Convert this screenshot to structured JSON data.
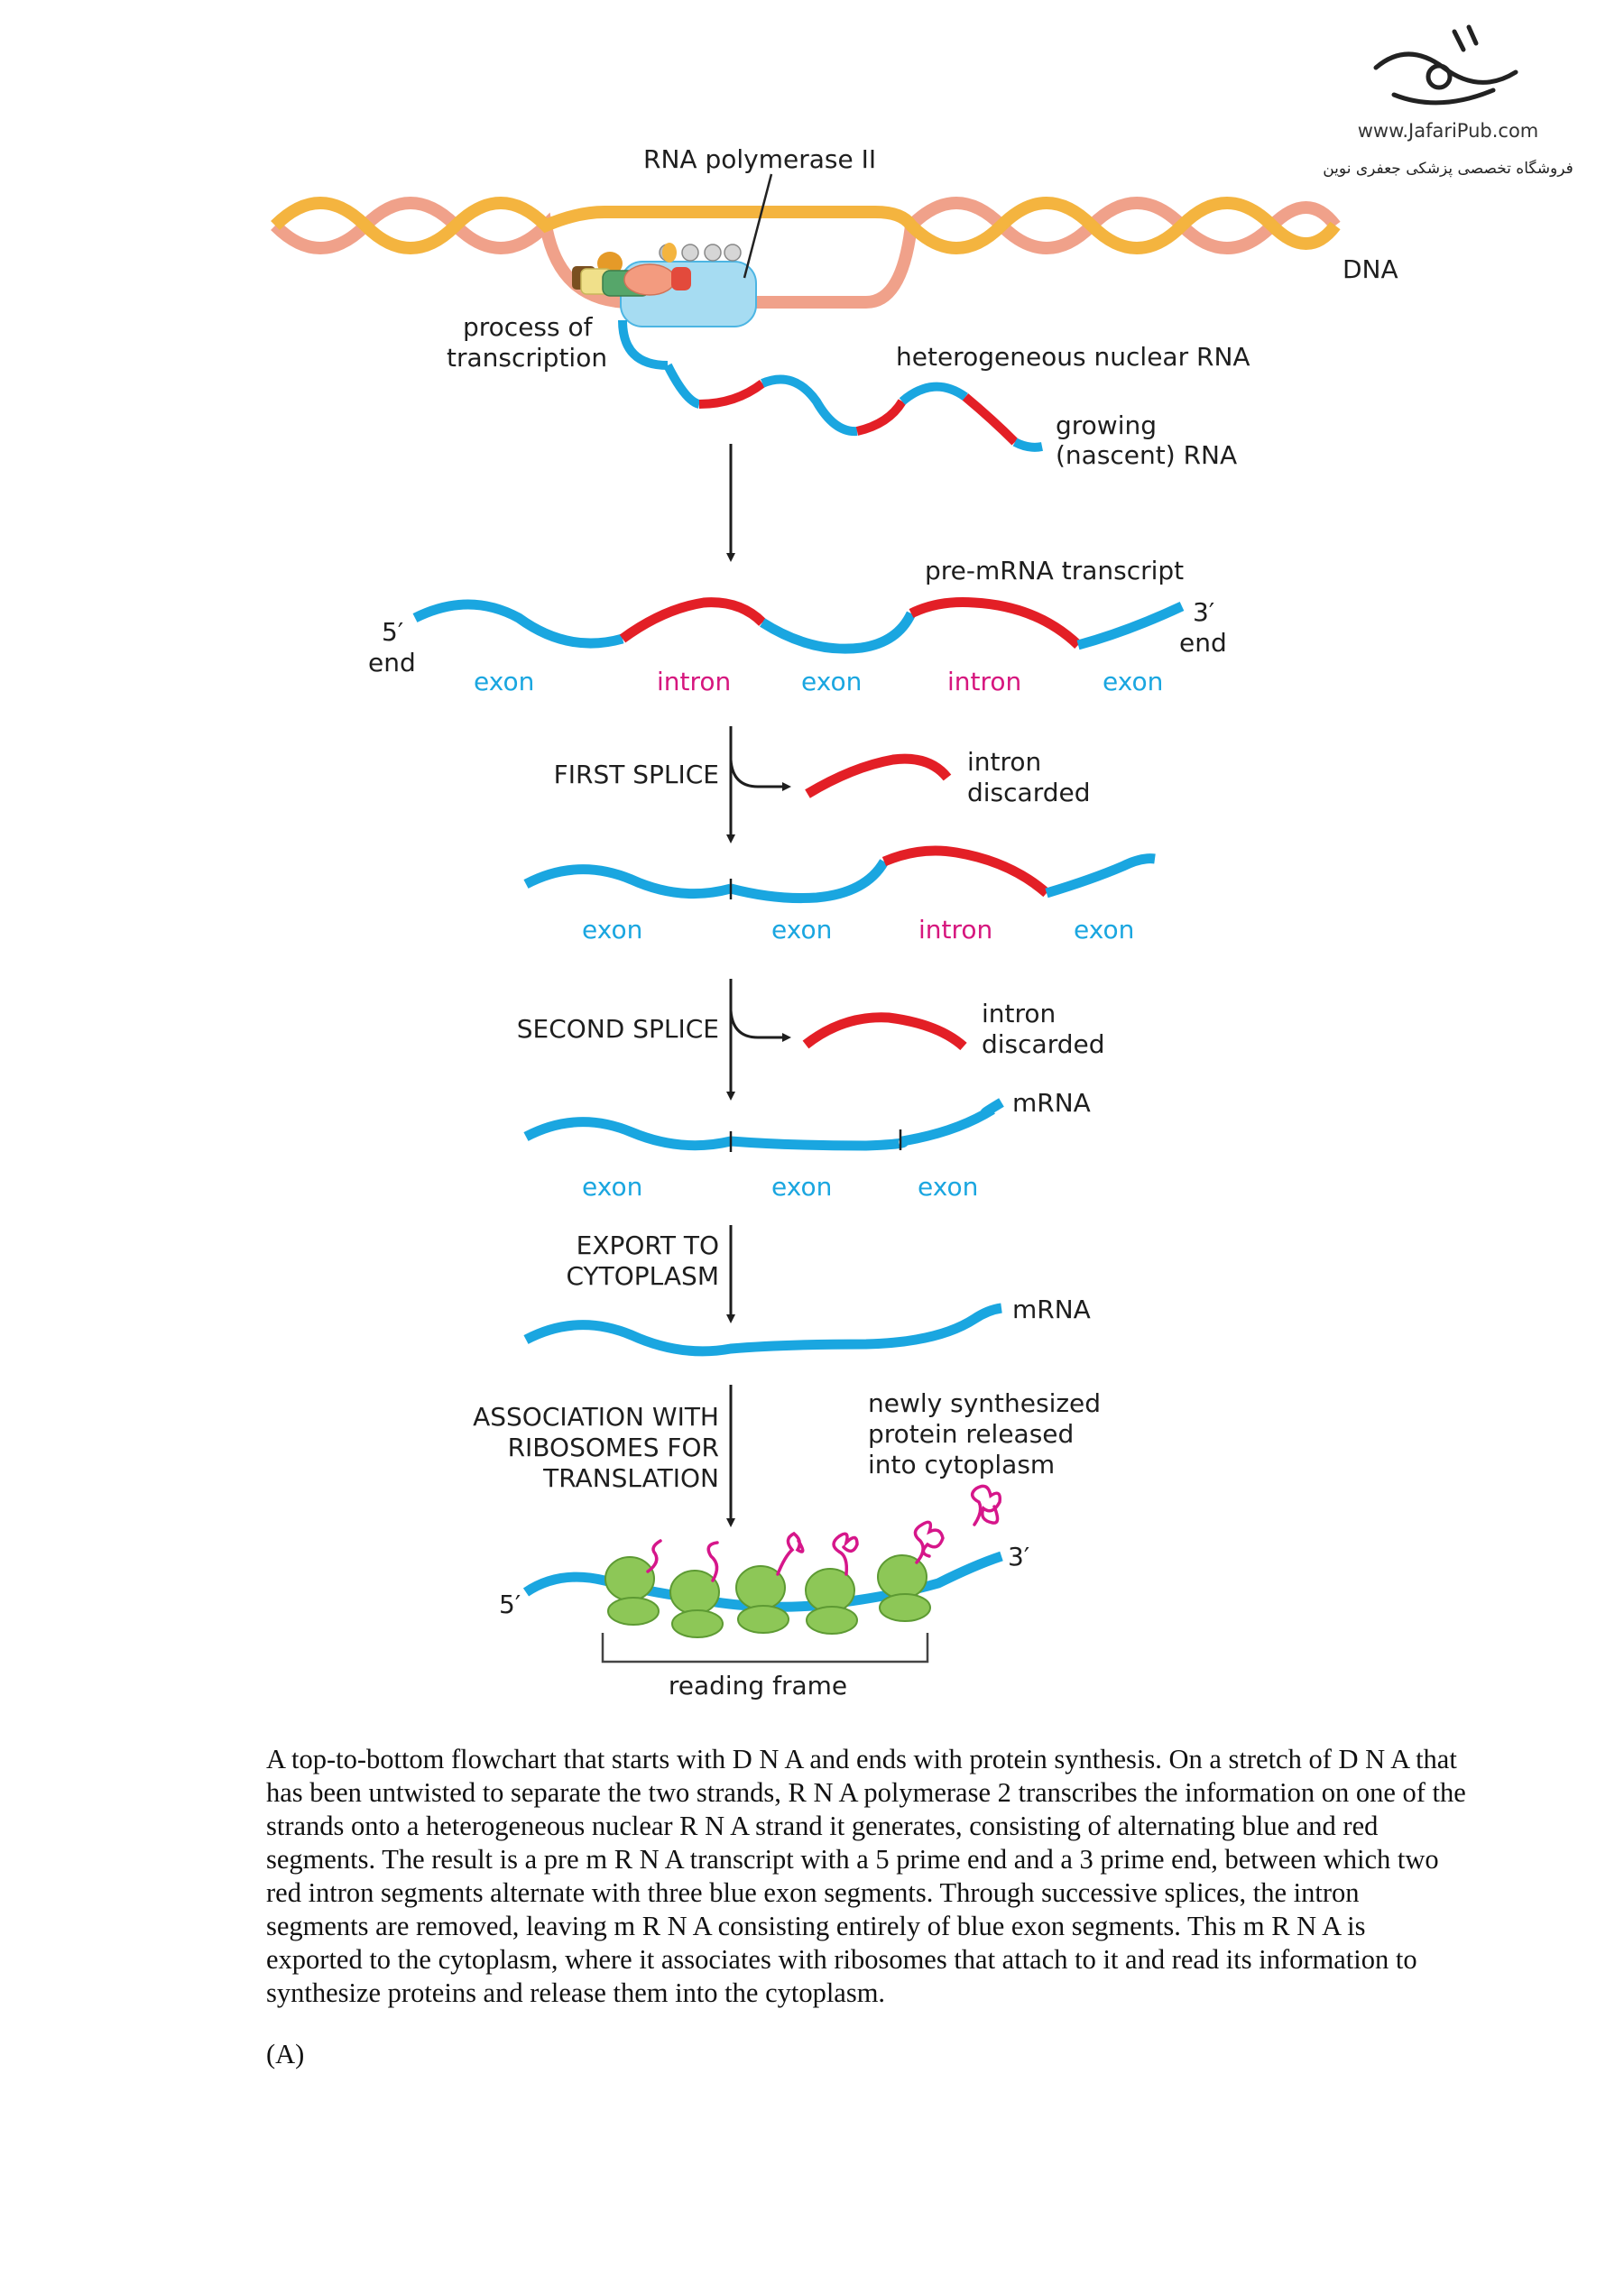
{
  "logo": {
    "url": "www.JafariPub.com",
    "tagline": "فروشگاه تخصصی پزشکی جعفری نوین"
  },
  "colors": {
    "exon": "#1aa6e0",
    "intron": "#e31f26",
    "dna_strand_a": "#f4b43f",
    "dna_strand_b": "#f0a18a",
    "ribosome": "#8dc757",
    "protein": "#d6168a",
    "exon_label": "#1aa6e0",
    "intron_label": "#d6167e"
  },
  "transcription": {
    "polymerase_label": "RNA polymerase II",
    "dna_label": "DNA",
    "process_line1": "process of",
    "process_line2": "transcription",
    "hnrna_label": "heterogeneous nuclear RNA",
    "growing_line1": "growing",
    "growing_line2": "(nascent) RNA"
  },
  "pre_mrna": {
    "title": "pre-mRNA transcript",
    "five_prime": "5′",
    "five_end": "end",
    "three_prime": "3′",
    "three_end": "end",
    "segments": [
      "exon",
      "intron",
      "exon",
      "intron",
      "exon"
    ]
  },
  "first_splice": {
    "step_label": "FIRST SPLICE",
    "discard_line1": "intron",
    "discard_line2": "discarded",
    "segments": [
      "exon",
      "exon",
      "intron",
      "exon"
    ]
  },
  "second_splice": {
    "step_label": "SECOND SPLICE",
    "discard_line1": "intron",
    "discard_line2": "discarded",
    "mrna_label": "mRNA",
    "segments": [
      "exon",
      "exon",
      "exon"
    ]
  },
  "export": {
    "step_line1": "EXPORT TO",
    "step_line2": "CYTOPLASM",
    "mrna_label": "mRNA"
  },
  "translation": {
    "step_line1": "ASSOCIATION WITH",
    "step_line2": "RIBOSOMES FOR",
    "step_line3": "TRANSLATION",
    "protein_line1": "newly synthesized",
    "protein_line2": "protein released",
    "protein_line3": "into cytoplasm",
    "five_prime": "5′",
    "three_prime": "3′",
    "reading_frame": "reading frame"
  },
  "caption": "A top-to-bottom flowchart that starts with D N A and ends with protein synthesis. On a stretch of D N A that has been untwisted to separate the two strands, R N A polymerase 2 transcribes the information on one of the strands onto a heterogeneous nuclear R N A strand it generates, consisting of alternating blue and red segments. The result is a pre m R N A transcript with a 5 prime end and a 3 prime end, between which two red intron segments alternate with three blue exon segments. Through successive splices, the intron segments are removed, leaving m R N A consisting entirely of blue exon segments. This m R N A is exported to the cytoplasm, where it associates with ribosomes that attach to it and read its information to synthesize proteins and release them into the cytoplasm.",
  "panel_label": "(A)"
}
